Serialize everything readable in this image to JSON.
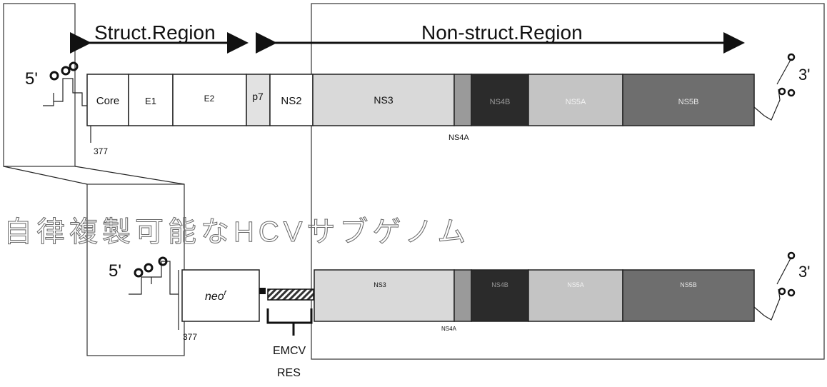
{
  "title_jp": "自律複製可能なHCVサブゲノム",
  "regions": {
    "structural": "Struct.Region",
    "nonstructural": "Non-struct.Region"
  },
  "ends": {
    "five_prime": "5'",
    "three_prime": "3'"
  },
  "genome": {
    "segments": [
      "Core",
      "E1",
      "E2",
      "p7",
      "NS2",
      "NS3",
      "NS4A",
      "NS4B",
      "NS5A",
      "NS5B"
    ],
    "ns4a_label": "NS4A",
    "position_label": "377"
  },
  "subgenome": {
    "neo_label": "neo",
    "neo_superscript": "r",
    "segments": [
      "NS3",
      "NS4B",
      "NS5A",
      "NS5B"
    ],
    "ns4a_label": "NS4A",
    "position_label": "377",
    "emcv_line1": "EMCV",
    "emcv_line2": "RES"
  },
  "colors": {
    "ns3": "#d9d9d9",
    "ns4a": "#9a9a9a",
    "ns4b": "#2b2b2b",
    "ns5a": "#c4c4c4",
    "ns5b": "#6e6e6e",
    "p7": "#e2e2e2"
  }
}
